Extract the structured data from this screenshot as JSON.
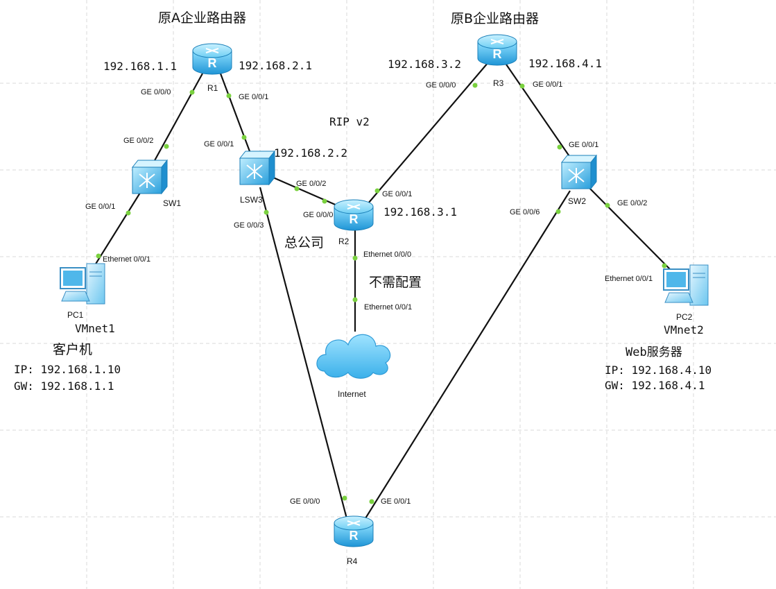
{
  "titles": {
    "routerA": "原A企业路由器",
    "routerB": "原B企业路由器",
    "protocol": "RIP v2",
    "hq": "总公司",
    "noConfig": "不需配置"
  },
  "ips": {
    "r1_left": "192.168.1.1",
    "r1_right": "192.168.2.1",
    "r3_left": "192.168.3.2",
    "r3_right": "192.168.4.1",
    "lsw3": "192.168.2.2",
    "r2": "192.168.3.1"
  },
  "devices": {
    "r1": "R1",
    "r2": "R2",
    "r3": "R3",
    "r4": "R4",
    "sw1": "SW1",
    "sw2": "SW2",
    "lsw3": "LSW3",
    "pc1": "PC1",
    "pc2": "PC2",
    "internet": "Internet"
  },
  "vmnet": {
    "pc1": "VMnet1",
    "pc2": "VMnet2"
  },
  "client": {
    "title": "客户机",
    "ip": "IP: 192.168.1.10",
    "gw": "GW: 192.168.1.1"
  },
  "server": {
    "title": "Web服务器",
    "ip": "IP: 192.168.4.10",
    "gw": "GW: 192.168.4.1"
  },
  "ports": {
    "r1_g000": "GE 0/0/0",
    "r1_g001": "GE 0/0/1",
    "sw1_g002": "GE 0/0/2",
    "sw1_g001": "GE 0/0/1",
    "pc1_eth": "Ethernet 0/0/1",
    "lsw3_g001": "GE 0/0/1",
    "lsw3_g002": "GE 0/0/2",
    "lsw3_g003": "GE 0/0/3",
    "r2_g000": "GE 0/0/0",
    "r2_g001": "GE 0/0/1",
    "r2_eth000": "Ethernet 0/0/0",
    "inet_eth001": "Ethernet 0/0/1",
    "r3_g000": "GE 0/0/0",
    "r3_g001": "GE 0/0/1",
    "sw2_g001": "GE 0/0/1",
    "sw2_g006": "GE 0/0/6",
    "sw2_g002": "GE 0/0/2",
    "pc2_eth": "Ethernet 0/0/1",
    "r4_g000": "GE 0/0/0",
    "r4_g001": "GE 0/0/1"
  }
}
